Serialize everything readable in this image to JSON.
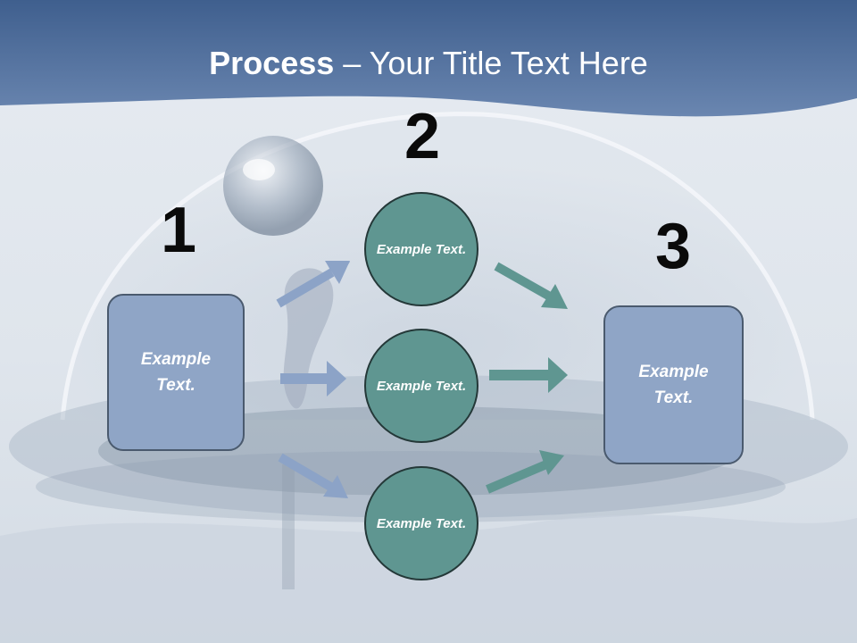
{
  "slide": {
    "title_bold": "Process",
    "title_rest": " – Your Title Text Here"
  },
  "steps": {
    "one": "1",
    "two": "2",
    "three": "3"
  },
  "left_box": {
    "text": "Example Text."
  },
  "right_box": {
    "text": "Example Text."
  },
  "circles": [
    {
      "text": "Example Text."
    },
    {
      "text": "Example Text."
    },
    {
      "text": "Example Text."
    }
  ],
  "colors": {
    "header_band": "#4f6f9c",
    "box_fill": "#8fa5c6",
    "circle_fill": "#5f9691",
    "arrow_blue": "#8ca3c7",
    "arrow_teal": "#5f9691"
  }
}
